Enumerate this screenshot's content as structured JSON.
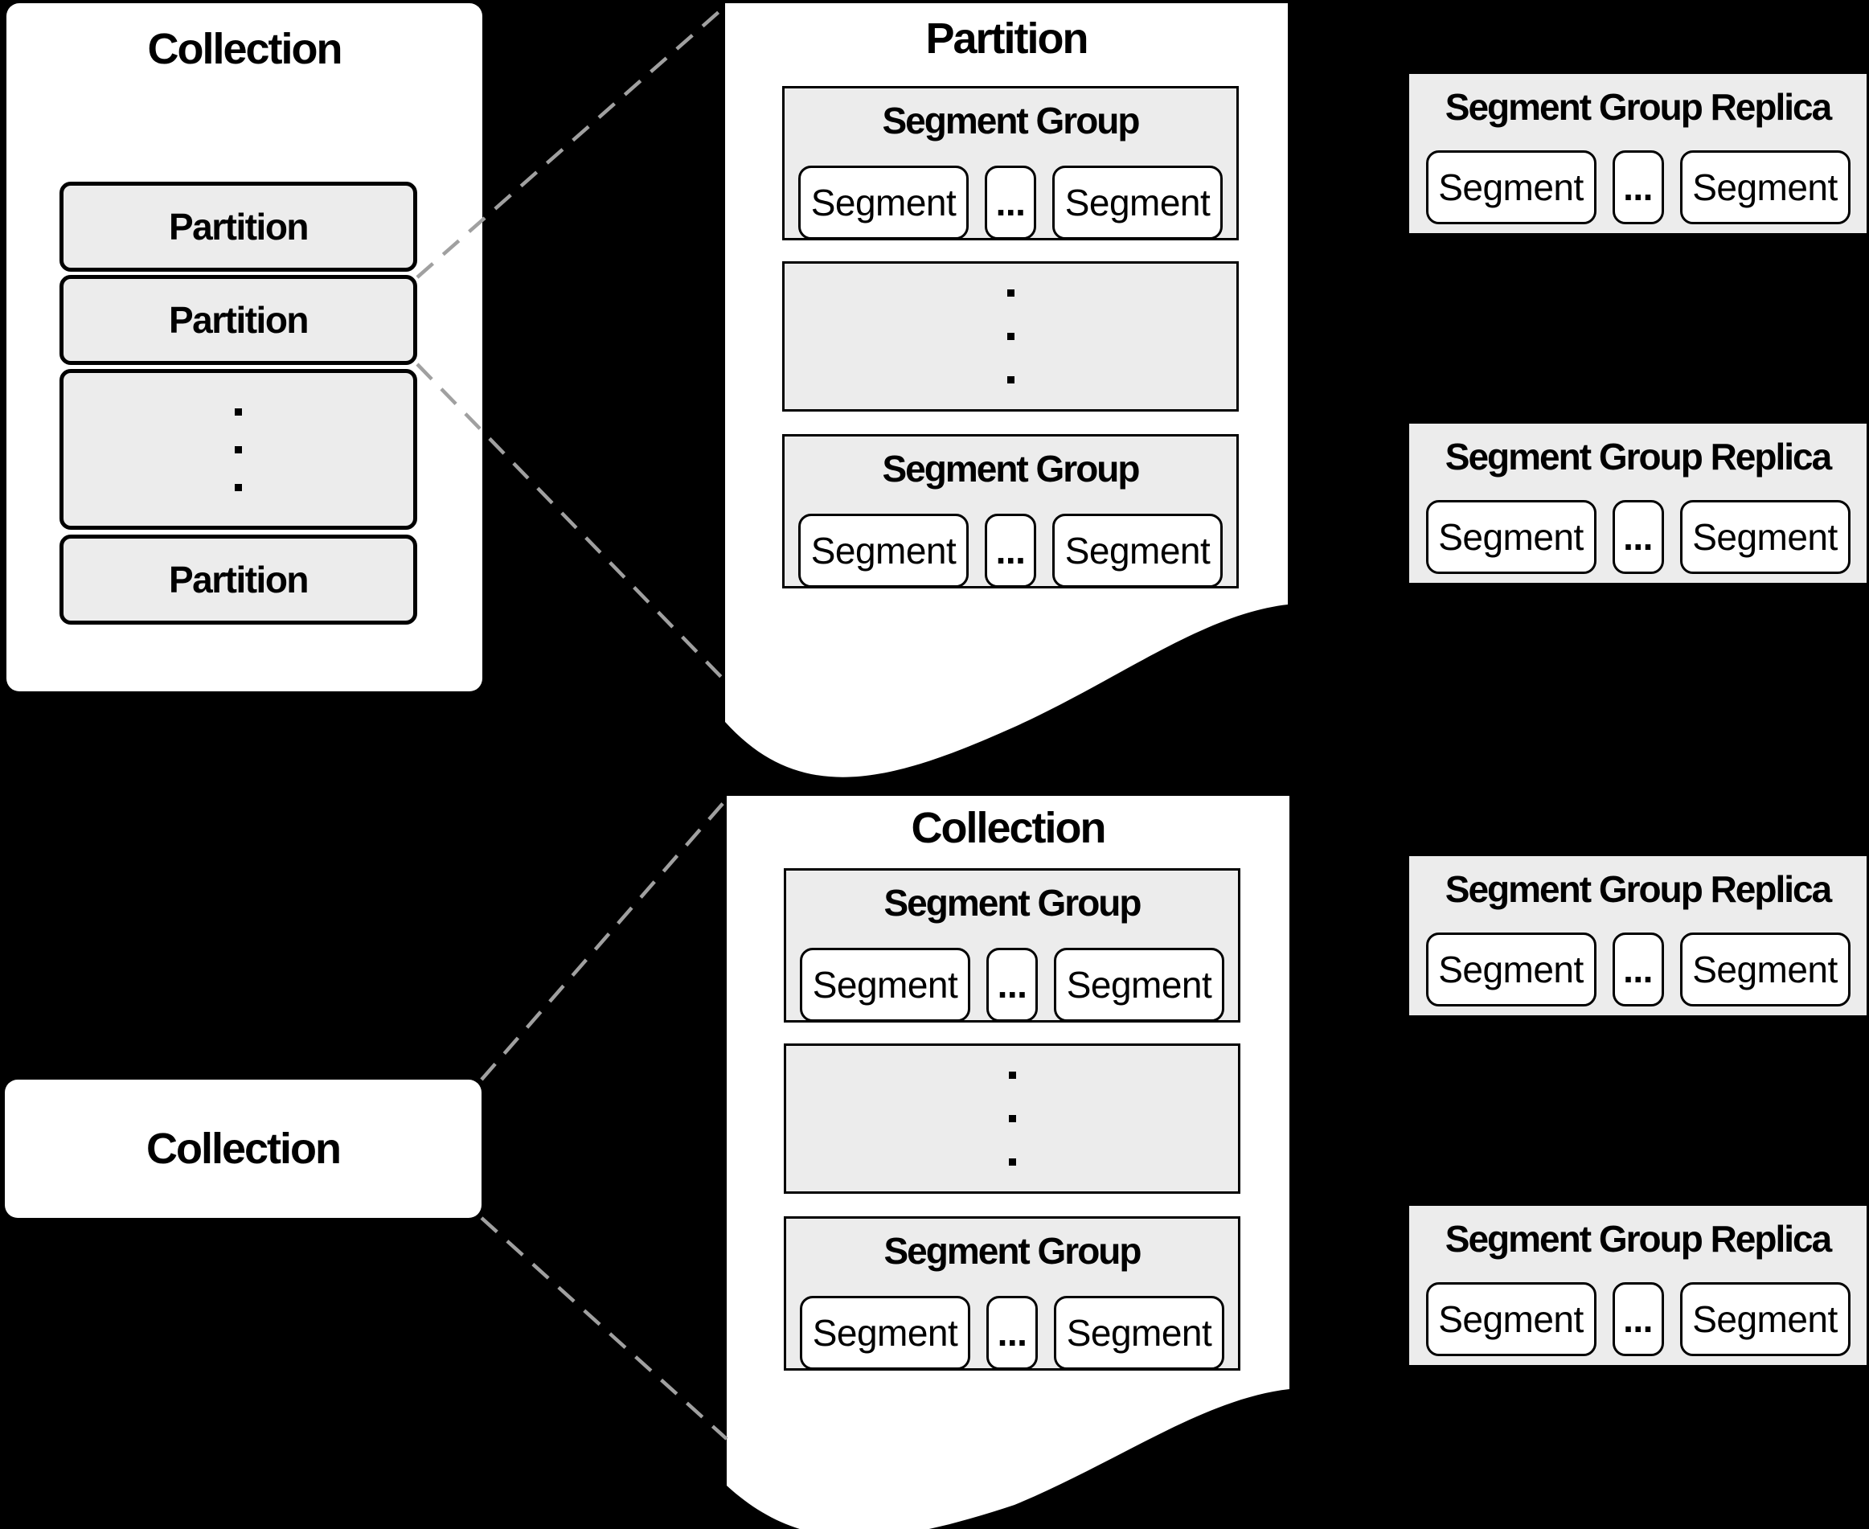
{
  "palette": {
    "background": "#000000",
    "page_fill": "#ffffff",
    "box_fill": "#ececec",
    "box_border": "#000000",
    "connector_line": "#a0a0a0"
  },
  "collection_overview": {
    "title": "Collection",
    "partitions": [
      {
        "label": "Partition"
      },
      {
        "label": "Partition"
      },
      {
        "label": "Partition"
      }
    ]
  },
  "partition_detail": {
    "title": "Partition",
    "groups": [
      {
        "title": "Segment Group",
        "segment_left": "Segment",
        "ellipsis": "...",
        "segment_right": "Segment"
      },
      {
        "title": "Segment Group",
        "segment_left": "Segment",
        "ellipsis": "...",
        "segment_right": "Segment"
      }
    ]
  },
  "partition_replicas": [
    {
      "title": "Segment Group Replica",
      "segment_left": "Segment",
      "ellipsis": "...",
      "segment_right": "Segment"
    },
    {
      "title": "Segment Group Replica",
      "segment_left": "Segment",
      "ellipsis": "...",
      "segment_right": "Segment"
    }
  ],
  "collection_label": {
    "title": "Collection"
  },
  "collection_detail": {
    "title": "Collection",
    "groups": [
      {
        "title": "Segment Group",
        "segment_left": "Segment",
        "ellipsis": "...",
        "segment_right": "Segment"
      },
      {
        "title": "Segment Group",
        "segment_left": "Segment",
        "ellipsis": "...",
        "segment_right": "Segment"
      }
    ]
  },
  "collection_replicas": [
    {
      "title": "Segment Group Replica",
      "segment_left": "Segment",
      "ellipsis": "...",
      "segment_right": "Segment"
    },
    {
      "title": "Segment Group Replica",
      "segment_left": "Segment",
      "ellipsis": "...",
      "segment_right": "Segment"
    }
  ]
}
